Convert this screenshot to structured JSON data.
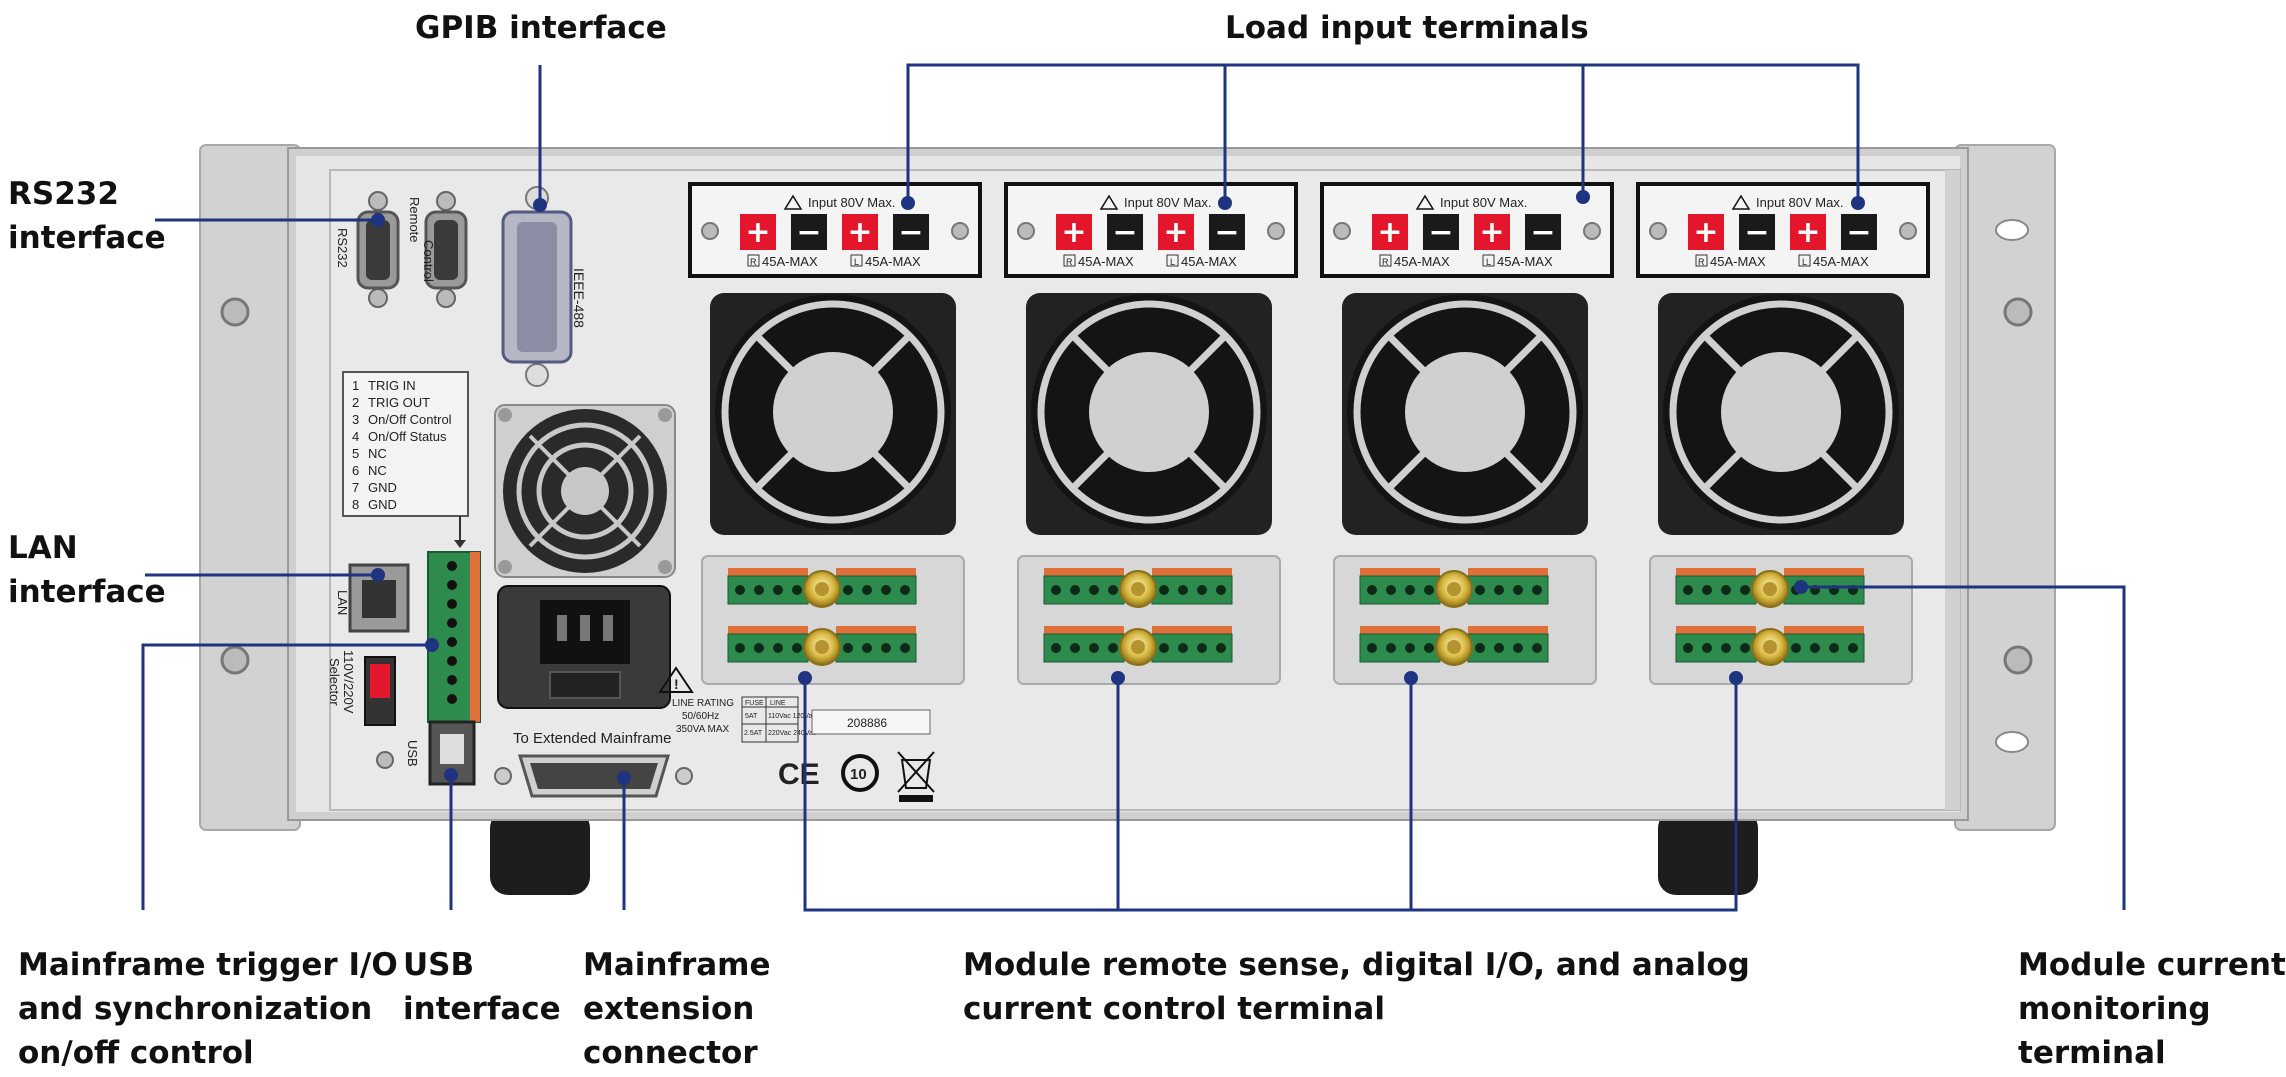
{
  "callouts": {
    "gpib": "GPIB interface",
    "load_inputs": "Load input terminals",
    "rs232": [
      "RS232",
      "interface"
    ],
    "lan": [
      "LAN",
      "interface"
    ],
    "trigger": [
      "Mainframe trigger I/O",
      "and synchronization",
      "on/off control"
    ],
    "usb": [
      "USB",
      "interface"
    ],
    "extension": [
      "Mainframe",
      "extension",
      "connector"
    ],
    "remote_sense": [
      "Module remote sense, digital I/O, and analog",
      "current control terminal"
    ],
    "current_monitor": [
      "Module current",
      "monitoring",
      "terminal"
    ]
  },
  "panel": {
    "rs232_label": "RS232",
    "remote_label": [
      "Remote",
      "Control"
    ],
    "ieee_label": "IEEE-488",
    "lan_label": "LAN",
    "usb_label": "USB",
    "selector_label": [
      "110V/220V",
      "Selector"
    ],
    "extended_label": "To Extended Mainframe",
    "pin_list": [
      "TRIG IN",
      "TRIG OUT",
      "On/Off Control",
      "On/Off Status",
      "NC",
      "NC",
      "GND",
      "GND"
    ],
    "module_input": "Input 80V Max.",
    "module_rating_r": "45A-MAX",
    "module_rating_l": "45A-MAX",
    "line_rating": [
      "LINE RATING",
      "50/60Hz",
      "350VA MAX"
    ],
    "fuse_table": [
      [
        "FUSE",
        "LINE"
      ],
      [
        "5AT",
        "110Vac 120Vac"
      ],
      [
        "2.5AT",
        "220Vac 240Vac"
      ]
    ],
    "serial": "208886",
    "marks": [
      "CE",
      "10"
    ]
  },
  "colors": {
    "callout_line": "#1f3480",
    "chassis": "#e2e2e2",
    "terminal_red": "#e3162b",
    "terminal_black": "#1a1a1a",
    "terminal_block": "#2e8b4e",
    "bnc_gold": "#d8b840"
  }
}
